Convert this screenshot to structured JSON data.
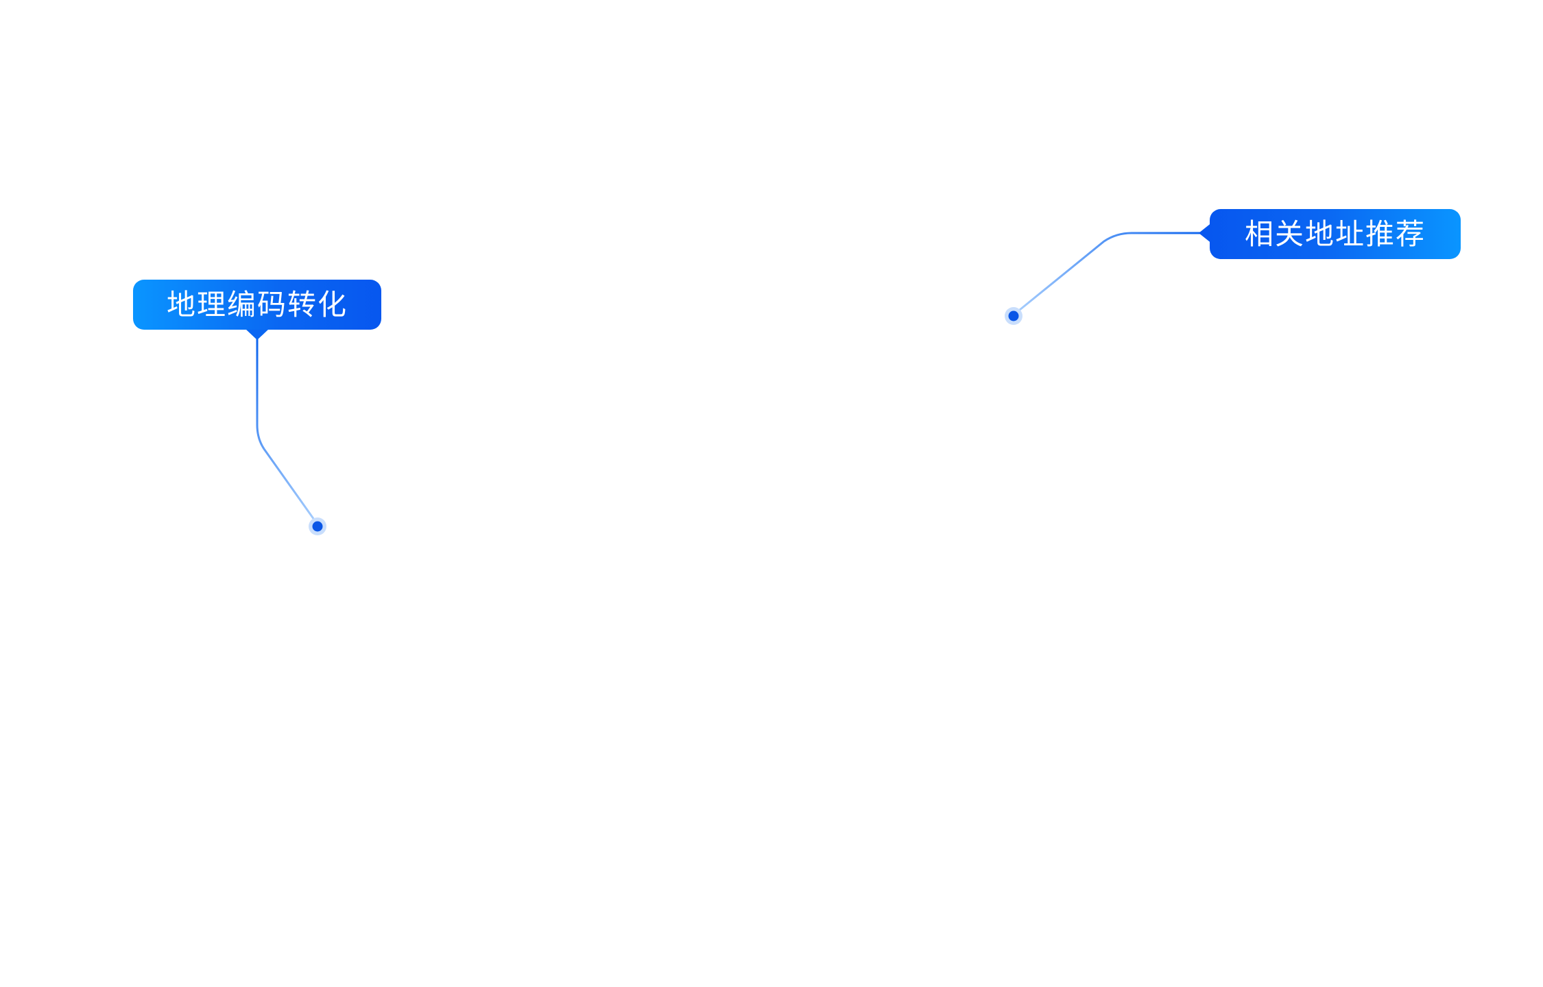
{
  "callouts": [
    {
      "id": "geocoding",
      "label": "地理编码转化"
    },
    {
      "id": "recommend",
      "label": "相关地址推荐"
    }
  ],
  "colors": {
    "callout_blue": "#0a66f2",
    "callout_light_blue": "#0a95ff",
    "connector_start": "#0b63ee",
    "connector_end": "#a9cffd",
    "dot_fill": "#0a56e6",
    "dot_halo": "#c9defc"
  }
}
